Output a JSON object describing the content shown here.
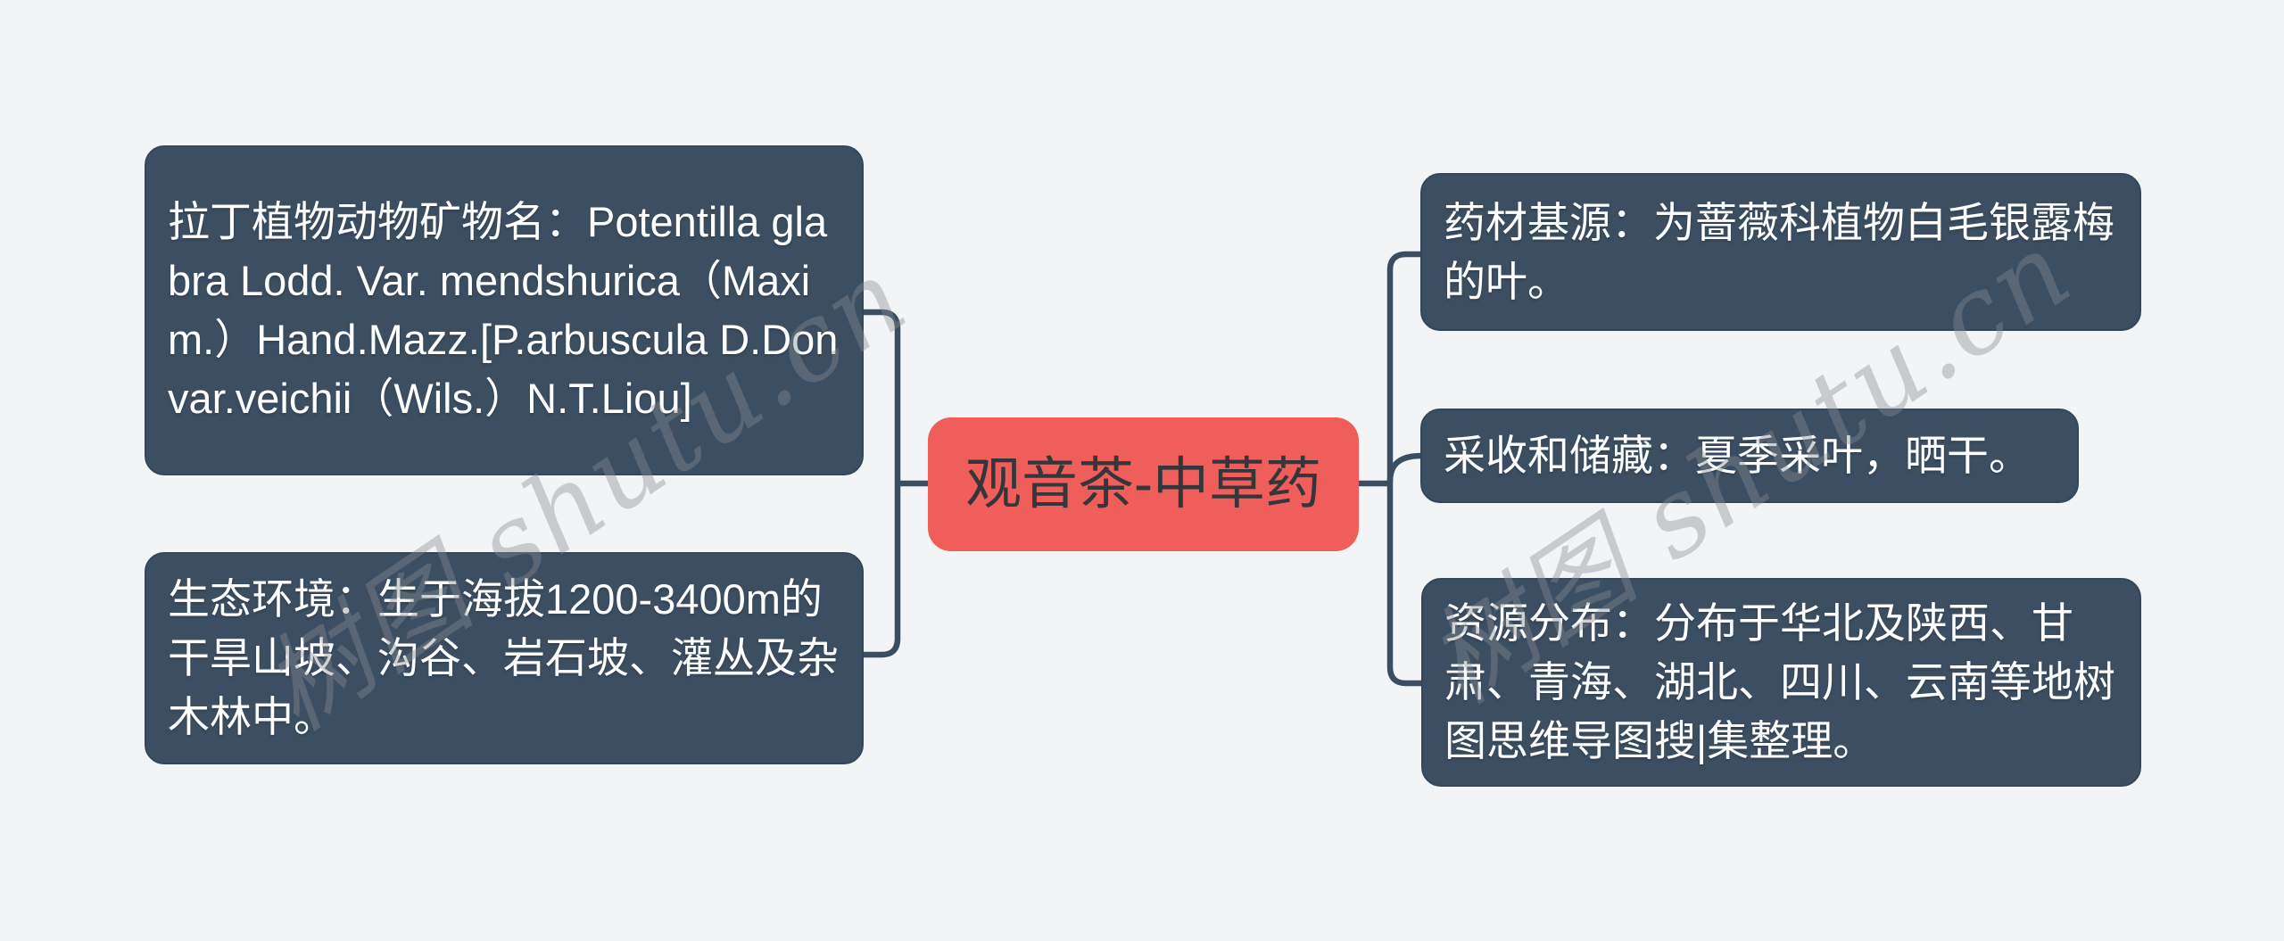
{
  "app": {
    "background_color": "#f3f4f5"
  },
  "diagram": {
    "root": {
      "label": "观音茶-中草药",
      "fill_color": "#ef5e5a",
      "text_color": "#343639"
    },
    "left_branch": [
      {
        "text": "拉丁植物动物矿物名：Potentilla glabra Lodd. Var. mendshurica（Maxim.）Hand.Mazz.[P.arbuscula D.Don var.veichii（Wils.）N.T.Liou]"
      },
      {
        "text": "生态环境：生于海拔1200-3400m的干旱山坡、沟谷、岩石坡、灌丛及杂木林中。"
      }
    ],
    "right_branch": [
      {
        "text": "药材基源：为蔷薇科植物白毛银露梅的叶。"
      },
      {
        "text": "采收和储藏：夏季采叶，晒干。"
      },
      {
        "text": "资源分布：分布于华北及陕西、甘肃、青海、湖北、四川、云南等地树图思维导图搜|集整理。"
      }
    ],
    "node_fill_color": "#3b4e62",
    "node_text_color": "#ffffff",
    "connector_color": "#3a4d61"
  },
  "watermark": {
    "text": "树图 shutu.cn"
  }
}
